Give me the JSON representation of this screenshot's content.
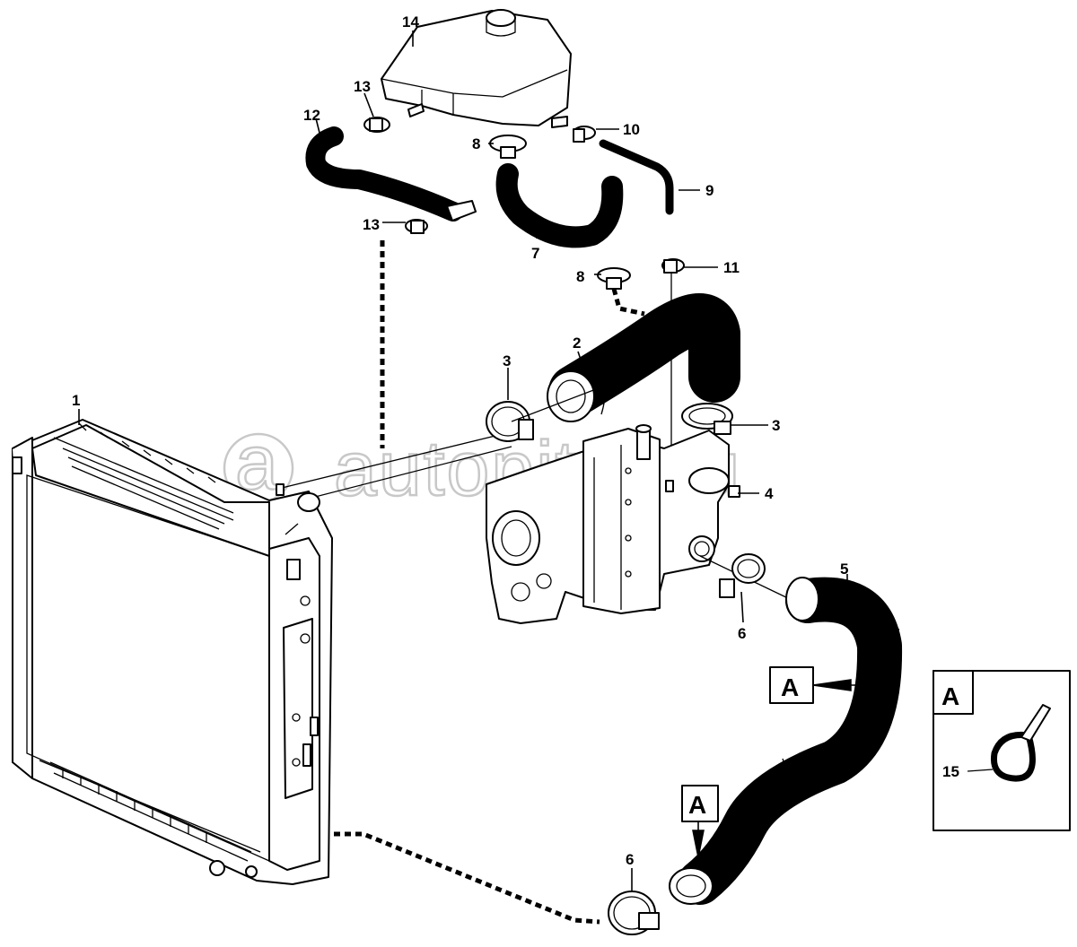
{
  "watermark": "autopiter.ru",
  "callouts": {
    "c1": "1",
    "c2": "2",
    "c3a": "3",
    "c3b": "3",
    "c4": "4",
    "c5": "5",
    "c6a": "6",
    "c6b": "6",
    "c7": "7",
    "c8a": "8",
    "c8b": "8",
    "c9": "9",
    "c10": "10",
    "c11": "11",
    "c12": "12",
    "c13a": "13",
    "c13b": "13",
    "c14": "14",
    "c15": "15"
  },
  "detail_label": "A",
  "section_markers": [
    "A",
    "A"
  ]
}
